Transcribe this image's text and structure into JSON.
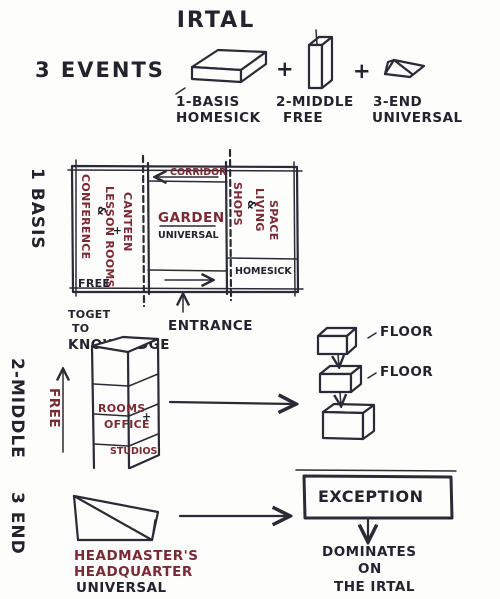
{
  "title": "IRTAL",
  "events_heading": "3 EVENTS",
  "top_row": {
    "plus_1": "+",
    "plus_2": "+",
    "basis_label": [
      "1-BASIS",
      "HOMESICK"
    ],
    "middle_label": [
      "2-MIDDLE",
      "FREE"
    ],
    "end_label": [
      "3-END",
      "UNIVERSAL"
    ]
  },
  "basis": {
    "side_label": "1 BASIS",
    "left_strip": [
      "CONFERENCE",
      "LESSON ROOMS",
      "&",
      "CANTEEN",
      "+"
    ],
    "corridor": "CORRIDOR",
    "garden": "GARDEN",
    "garden_sub": "UNIVERSAL",
    "right_strip": [
      "SHOPS",
      "LIVING",
      "SPACE",
      "&"
    ],
    "homesick": "HOMESICK",
    "free": "FREE",
    "entrance": "ENTRANCE",
    "toget": [
      "TOGET",
      "TO",
      "KNOWLEDGE"
    ]
  },
  "middle": {
    "side_label": "2-MIDDLE",
    "free_vertical": "FREE",
    "tower_text": [
      "ROOMS",
      "OFFICE",
      "+",
      "STUDIOS"
    ],
    "floor_1": "FLOOR",
    "floor_2": "FLOOR"
  },
  "end": {
    "side_label": "3 END",
    "headmaster": [
      "HEADMASTER'S",
      "HEADQUARTER",
      "UNIVERSAL"
    ],
    "exception": "EXCEPTION",
    "dominates": [
      "DOMINATES",
      "ON",
      "THE IRTAL"
    ]
  }
}
